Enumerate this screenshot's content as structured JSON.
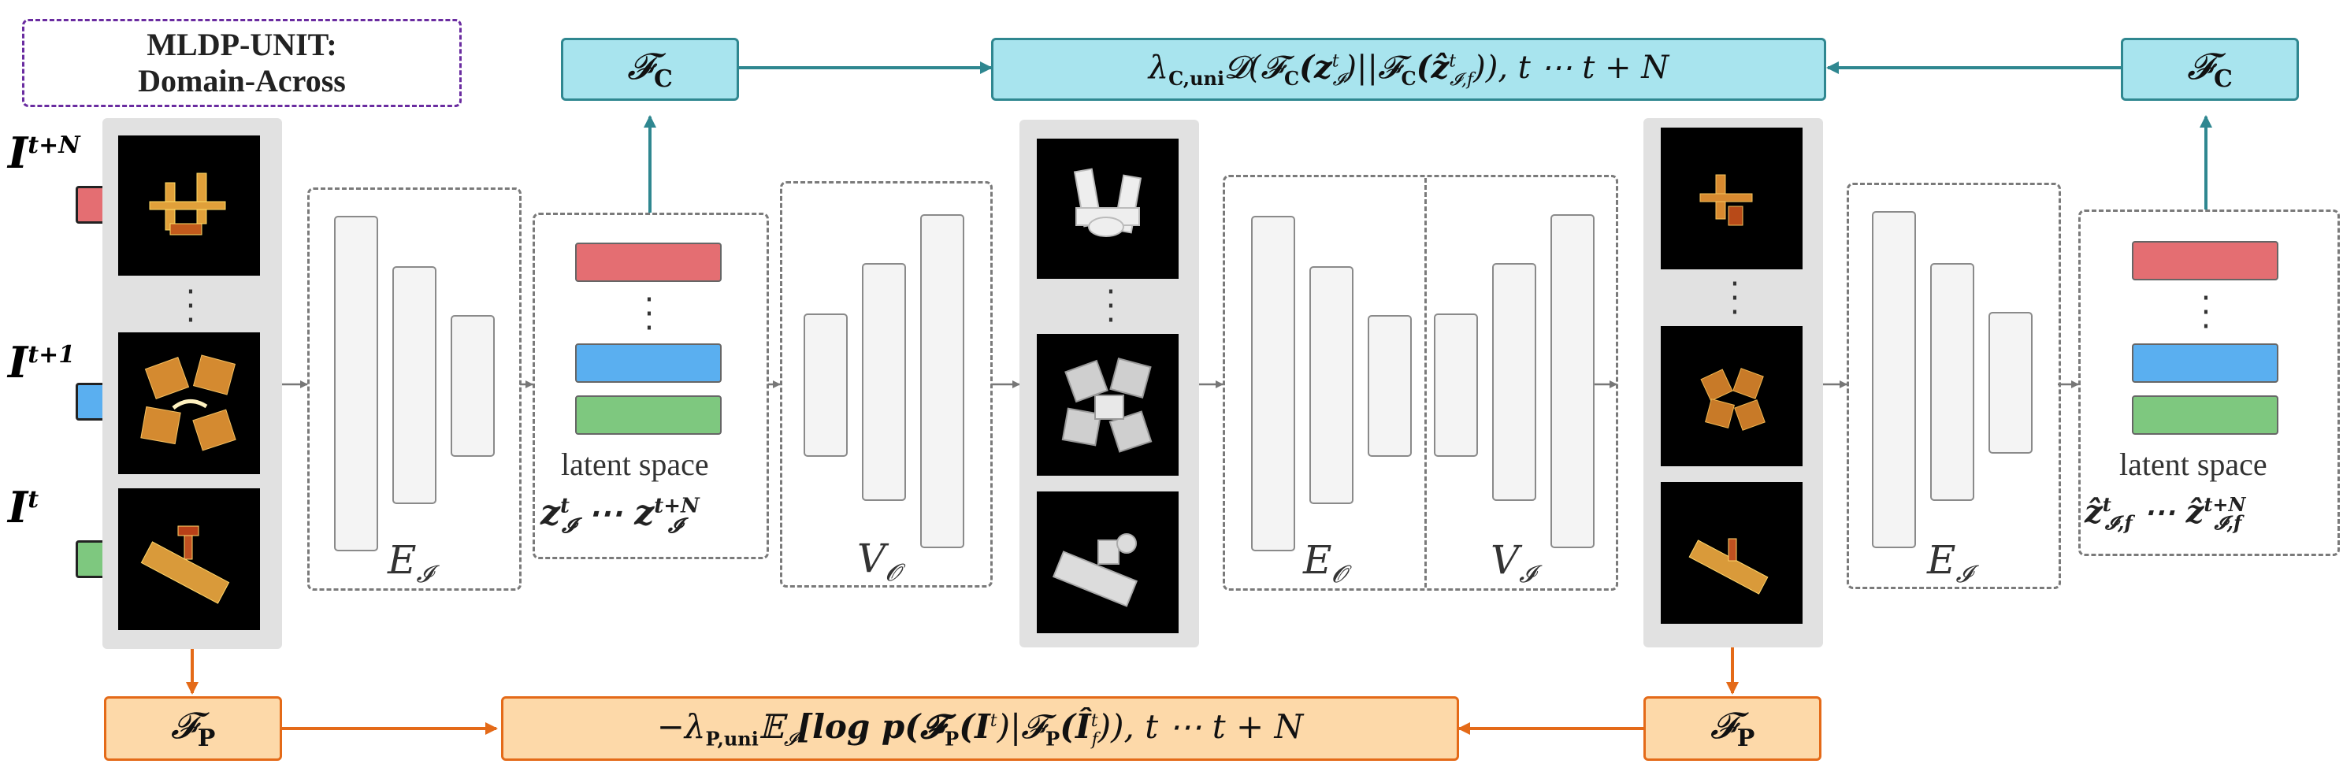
{
  "title_box": {
    "line1": "MLDP-UNIT:",
    "line2": "Domain-Across"
  },
  "inputs": {
    "labels": {
      "top": "I",
      "top_sup": "t+N",
      "mid": "I",
      "mid_sup": "t+1",
      "bot": "I",
      "bot_sup": "t"
    },
    "colors": {
      "top": "#e46e72",
      "mid": "#5aaff0",
      "bot": "#7ec87f"
    }
  },
  "encoder1": {
    "label": "E",
    "sub": "𝓘"
  },
  "latent1": {
    "caption": "latent space",
    "seq_a": "z",
    "seq_a_sub": "𝓘",
    "seq_a_sup": "t",
    "seq_dots": "⋯",
    "seq_b": "z",
    "seq_b_sub": "𝓘",
    "seq_b_sup": "t+N"
  },
  "decoder1": {
    "label": "V",
    "sub": "𝓞"
  },
  "encoder2": {
    "label": "E",
    "sub": "𝓞"
  },
  "decoder2": {
    "label": "V",
    "sub": "𝓘"
  },
  "encoder3": {
    "label": "E",
    "sub": "𝓘"
  },
  "latent2": {
    "caption": "latent space",
    "seq_a": "ẑ",
    "seq_a_sub": "𝓘,f",
    "seq_a_sup": "t",
    "seq_dots": "⋯",
    "seq_b": "ẑ",
    "seq_b_sub": "𝓘,f",
    "seq_b_sup": "t+N"
  },
  "fc_left": {
    "symbol": "𝓕",
    "sub": "C"
  },
  "fc_right": {
    "symbol": "𝓕",
    "sub": "C"
  },
  "fc_loss": {
    "lambda": "λ",
    "lambda_sub": "C,uni",
    "text": "𝓓(𝓕",
    "text2": "C",
    "text3": "(z",
    "text3_sub": "𝓘",
    "text3_sup": "t",
    "text4": ")||𝓕",
    "text5": "C",
    "text6": "(ẑ",
    "text6_sub": "𝓘,f",
    "text6_sup": "t",
    "text7": ")), t ⋯ t + N"
  },
  "fp_left": {
    "symbol": "𝓕",
    "sub": "P"
  },
  "fp_right": {
    "symbol": "𝓕",
    "sub": "P"
  },
  "fp_loss": {
    "prefix": "−λ",
    "prefix_sub": "P,uni",
    "e": "𝔼",
    "e_sub": "𝓘",
    "bracket": "[log p(𝓕",
    "p1": "P",
    "i1": "(I",
    "i1_sup": "t",
    "mid": ")|𝓕",
    "p2": "P",
    "i2": "(Î",
    "i2_sub": "f",
    "i2_sup": "t",
    "tail": ")), t ⋯ t + N"
  },
  "colors": {
    "teal_arrow": "#2f8790",
    "orange_arrow": "#e46a18",
    "gray_arrow": "#777777",
    "bar_red": "#e46e72",
    "bar_blue": "#5aaff0",
    "bar_green": "#7ec87f"
  }
}
